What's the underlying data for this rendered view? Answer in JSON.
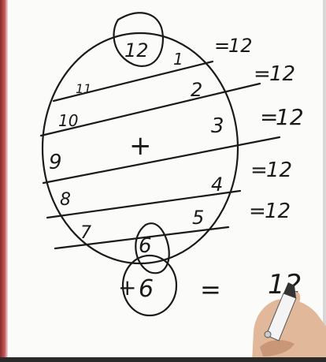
{
  "clock": {
    "numbers": [
      "12",
      "1",
      "2",
      "3",
      "4",
      "5",
      "6",
      "7",
      "8",
      "9",
      "10",
      "11"
    ],
    "center_sign": "+"
  },
  "sums": [
    {
      "eq": "=",
      "value": "12"
    },
    {
      "eq": "=",
      "value": "12"
    },
    {
      "eq": "=",
      "value": "12"
    },
    {
      "eq": "=",
      "value": "12"
    },
    {
      "eq": "=",
      "value": "12"
    }
  ],
  "final": {
    "plus": "+",
    "six": "6",
    "eq": "=",
    "result": "12"
  },
  "colors": {
    "ink": "#1a1a1a",
    "board": "#fbfbfa",
    "skin": "#e2b89a"
  }
}
